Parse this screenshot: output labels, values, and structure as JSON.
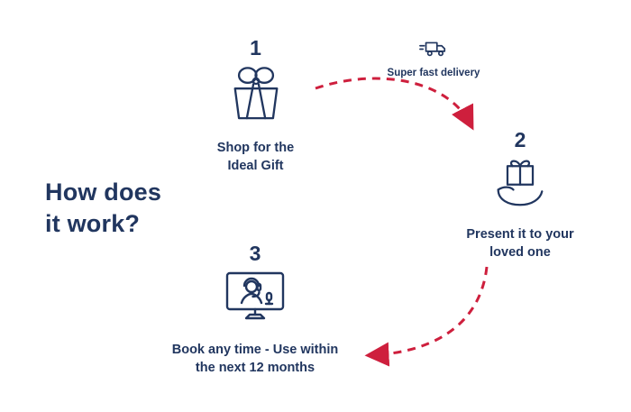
{
  "heading": {
    "line1": "How does",
    "line2": "it work?"
  },
  "delivery": {
    "label": "Super fast delivery",
    "icon": "delivery-truck-icon"
  },
  "steps": [
    {
      "number": "1",
      "label_line1": "Shop for the",
      "label_line2": "Ideal Gift",
      "icon": "gift-box-icon"
    },
    {
      "number": "2",
      "label_line1": "Present it to your",
      "label_line2": "loved one",
      "icon": "hand-holding-gift-icon"
    },
    {
      "number": "3",
      "label_line1": "Book any time - Use within",
      "label_line2": "the next 12 months",
      "icon": "support-monitor-icon"
    }
  ],
  "arrows": [
    {
      "name": "step1-to-step2",
      "style": "dashed"
    },
    {
      "name": "step2-to-step3",
      "style": "dashed"
    }
  ],
  "colors": {
    "navy": "#21365f",
    "red": "#ce1f3d",
    "background": "#ffffff"
  }
}
